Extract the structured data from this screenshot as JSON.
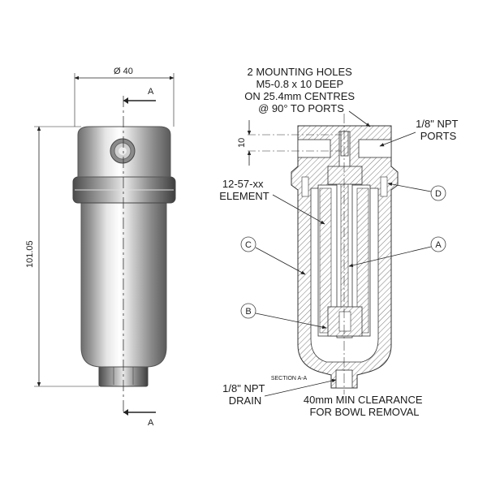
{
  "left_view": {
    "diameter_label": "Ø 40",
    "height_label": "101.05",
    "section_top": "A",
    "section_bottom": "A"
  },
  "section_view": {
    "mounting_lines": [
      "2 MOUNTING HOLES",
      "M5-0.8 x 10 DEEP",
      "ON 25.4mm CENTRES",
      "@ 90° TO PORTS"
    ],
    "dim_10": "10",
    "ports_lines": [
      "1/8\" NPT",
      "PORTS"
    ],
    "element_lines": [
      "12-57-xx",
      "ELEMENT"
    ],
    "section_caption": "SECTION A-A",
    "drain_lines": [
      "1/8\" NPT",
      "DRAIN"
    ],
    "clearance_lines": [
      "40mm MIN CLEARANCE",
      "FOR BOWL REMOVAL"
    ],
    "callouts": {
      "a": "A",
      "b": "B",
      "c": "C",
      "d": "D"
    }
  }
}
